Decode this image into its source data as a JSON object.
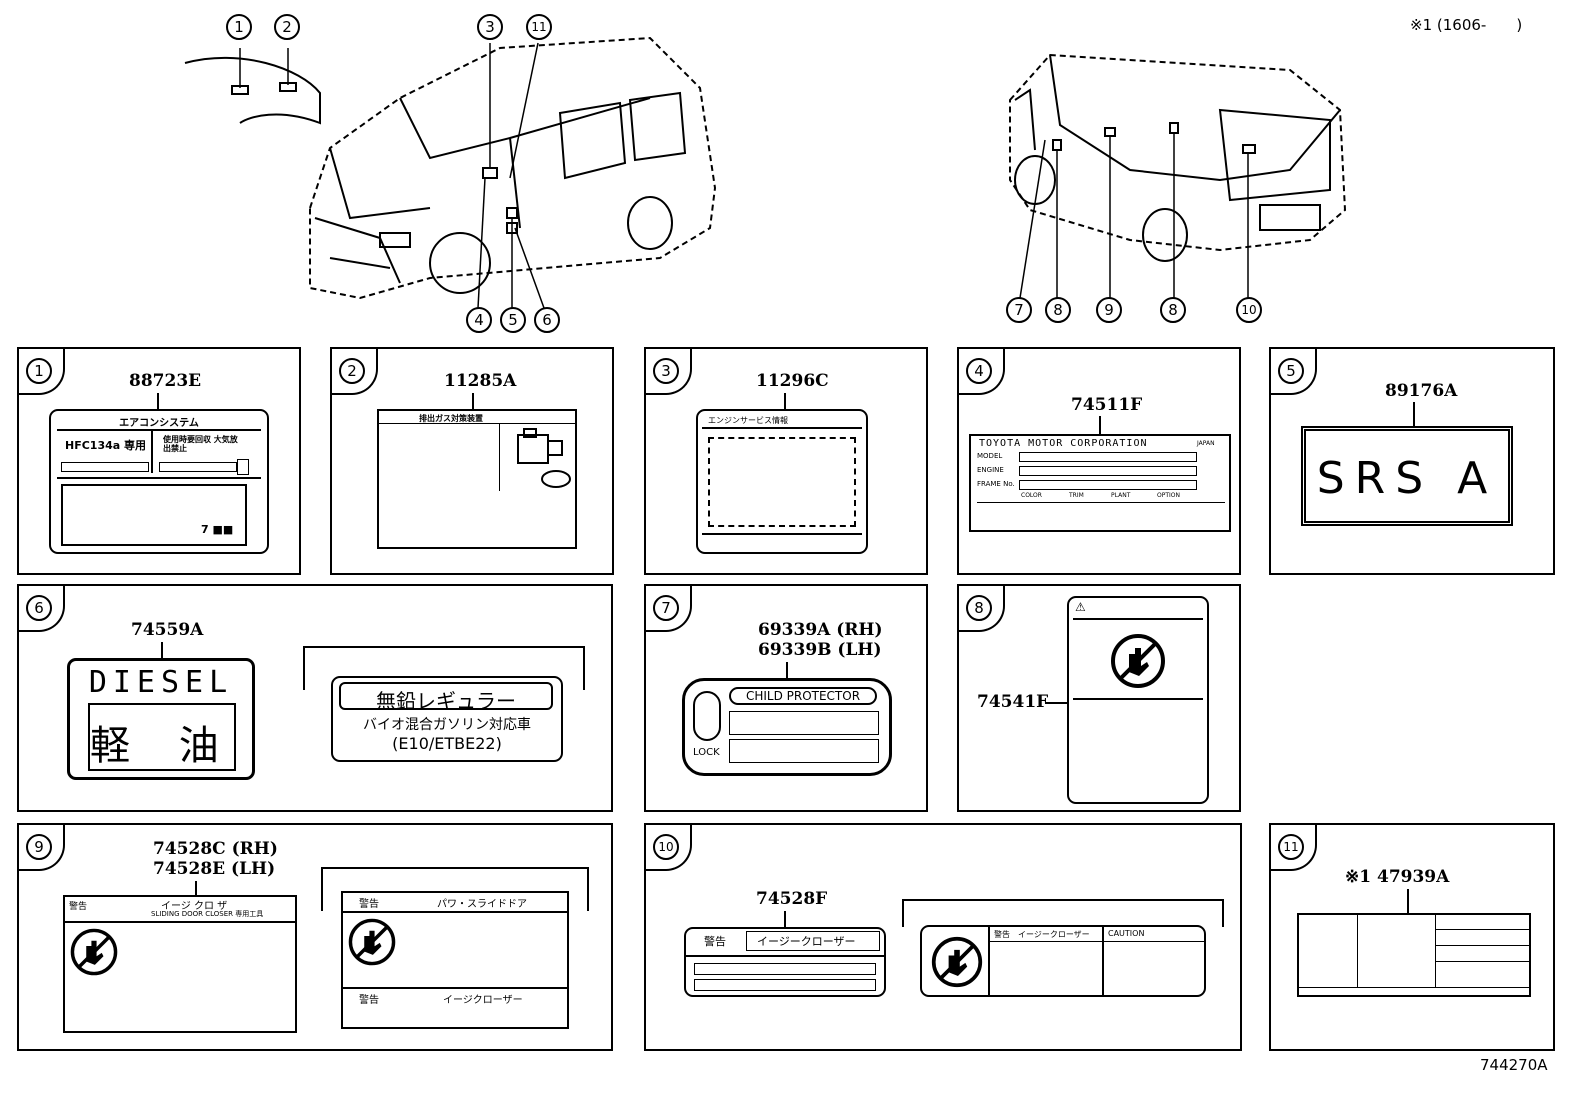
{
  "header": {
    "footnote_code": "※1 (1606-　　)"
  },
  "diagram_code": "744270A",
  "callouts_left": [
    "1",
    "2",
    "3",
    "11",
    "4",
    "5",
    "6"
  ],
  "callouts_right": [
    "7",
    "8",
    "9",
    "8",
    "10"
  ],
  "panels": {
    "p1": {
      "num": "1",
      "part": "88723E",
      "title": "エアコンシステム",
      "refrigerant": "HFC134a 専用",
      "note": "使用時要回収 大気放出禁止",
      "qty": "7 ■■"
    },
    "p2": {
      "num": "2",
      "part": "11285A",
      "title": "排出ガス対策装置"
    },
    "p3": {
      "num": "3",
      "part": "11296C",
      "title": "エンジンサービス情報"
    },
    "p4": {
      "num": "4",
      "part": "74511F",
      "maker": "TOYOTA MOTOR CORPORATION",
      "made": "JAPAN",
      "model": "MODEL",
      "engine": "ENGINE",
      "frame": "FRAME No.",
      "color": "COLOR",
      "trim": "TRIM",
      "plant": "PLANT",
      "option": "OPTION"
    },
    "p5": {
      "num": "5",
      "part": "89176A",
      "text": "SRS A"
    },
    "p6": {
      "num": "6",
      "part": "74559A",
      "diesel": "DIESEL",
      "kanji": "軽 油",
      "unleaded": "無鉛レギュラー",
      "bio": "バイオ混合ガソリン対応車",
      "e10": "(E10/ETBE22)"
    },
    "p7": {
      "num": "7",
      "part_rh": "69339A (RH)",
      "part_lh": "69339B (LH)",
      "child": "CHILD PROTECTOR",
      "lock": "LOCK"
    },
    "p8": {
      "num": "8",
      "part": "74541F"
    },
    "p9": {
      "num": "9",
      "part_rh": "74528C (RH)",
      "part_lh": "74528E (LH)",
      "warn": "警告",
      "easy": "イージ クロ ザ",
      "sdc": "SLIDING DOOR CLOSER 専用工具",
      "power": "パワ・スライドドア",
      "easy2": "イージクローザー"
    },
    "p10": {
      "num": "10",
      "part": "74528F",
      "warn": "警告",
      "easy": "イージークローザー",
      "caution": "CAUTION"
    },
    "p11": {
      "num": "11",
      "part": "※1 47939A"
    }
  }
}
